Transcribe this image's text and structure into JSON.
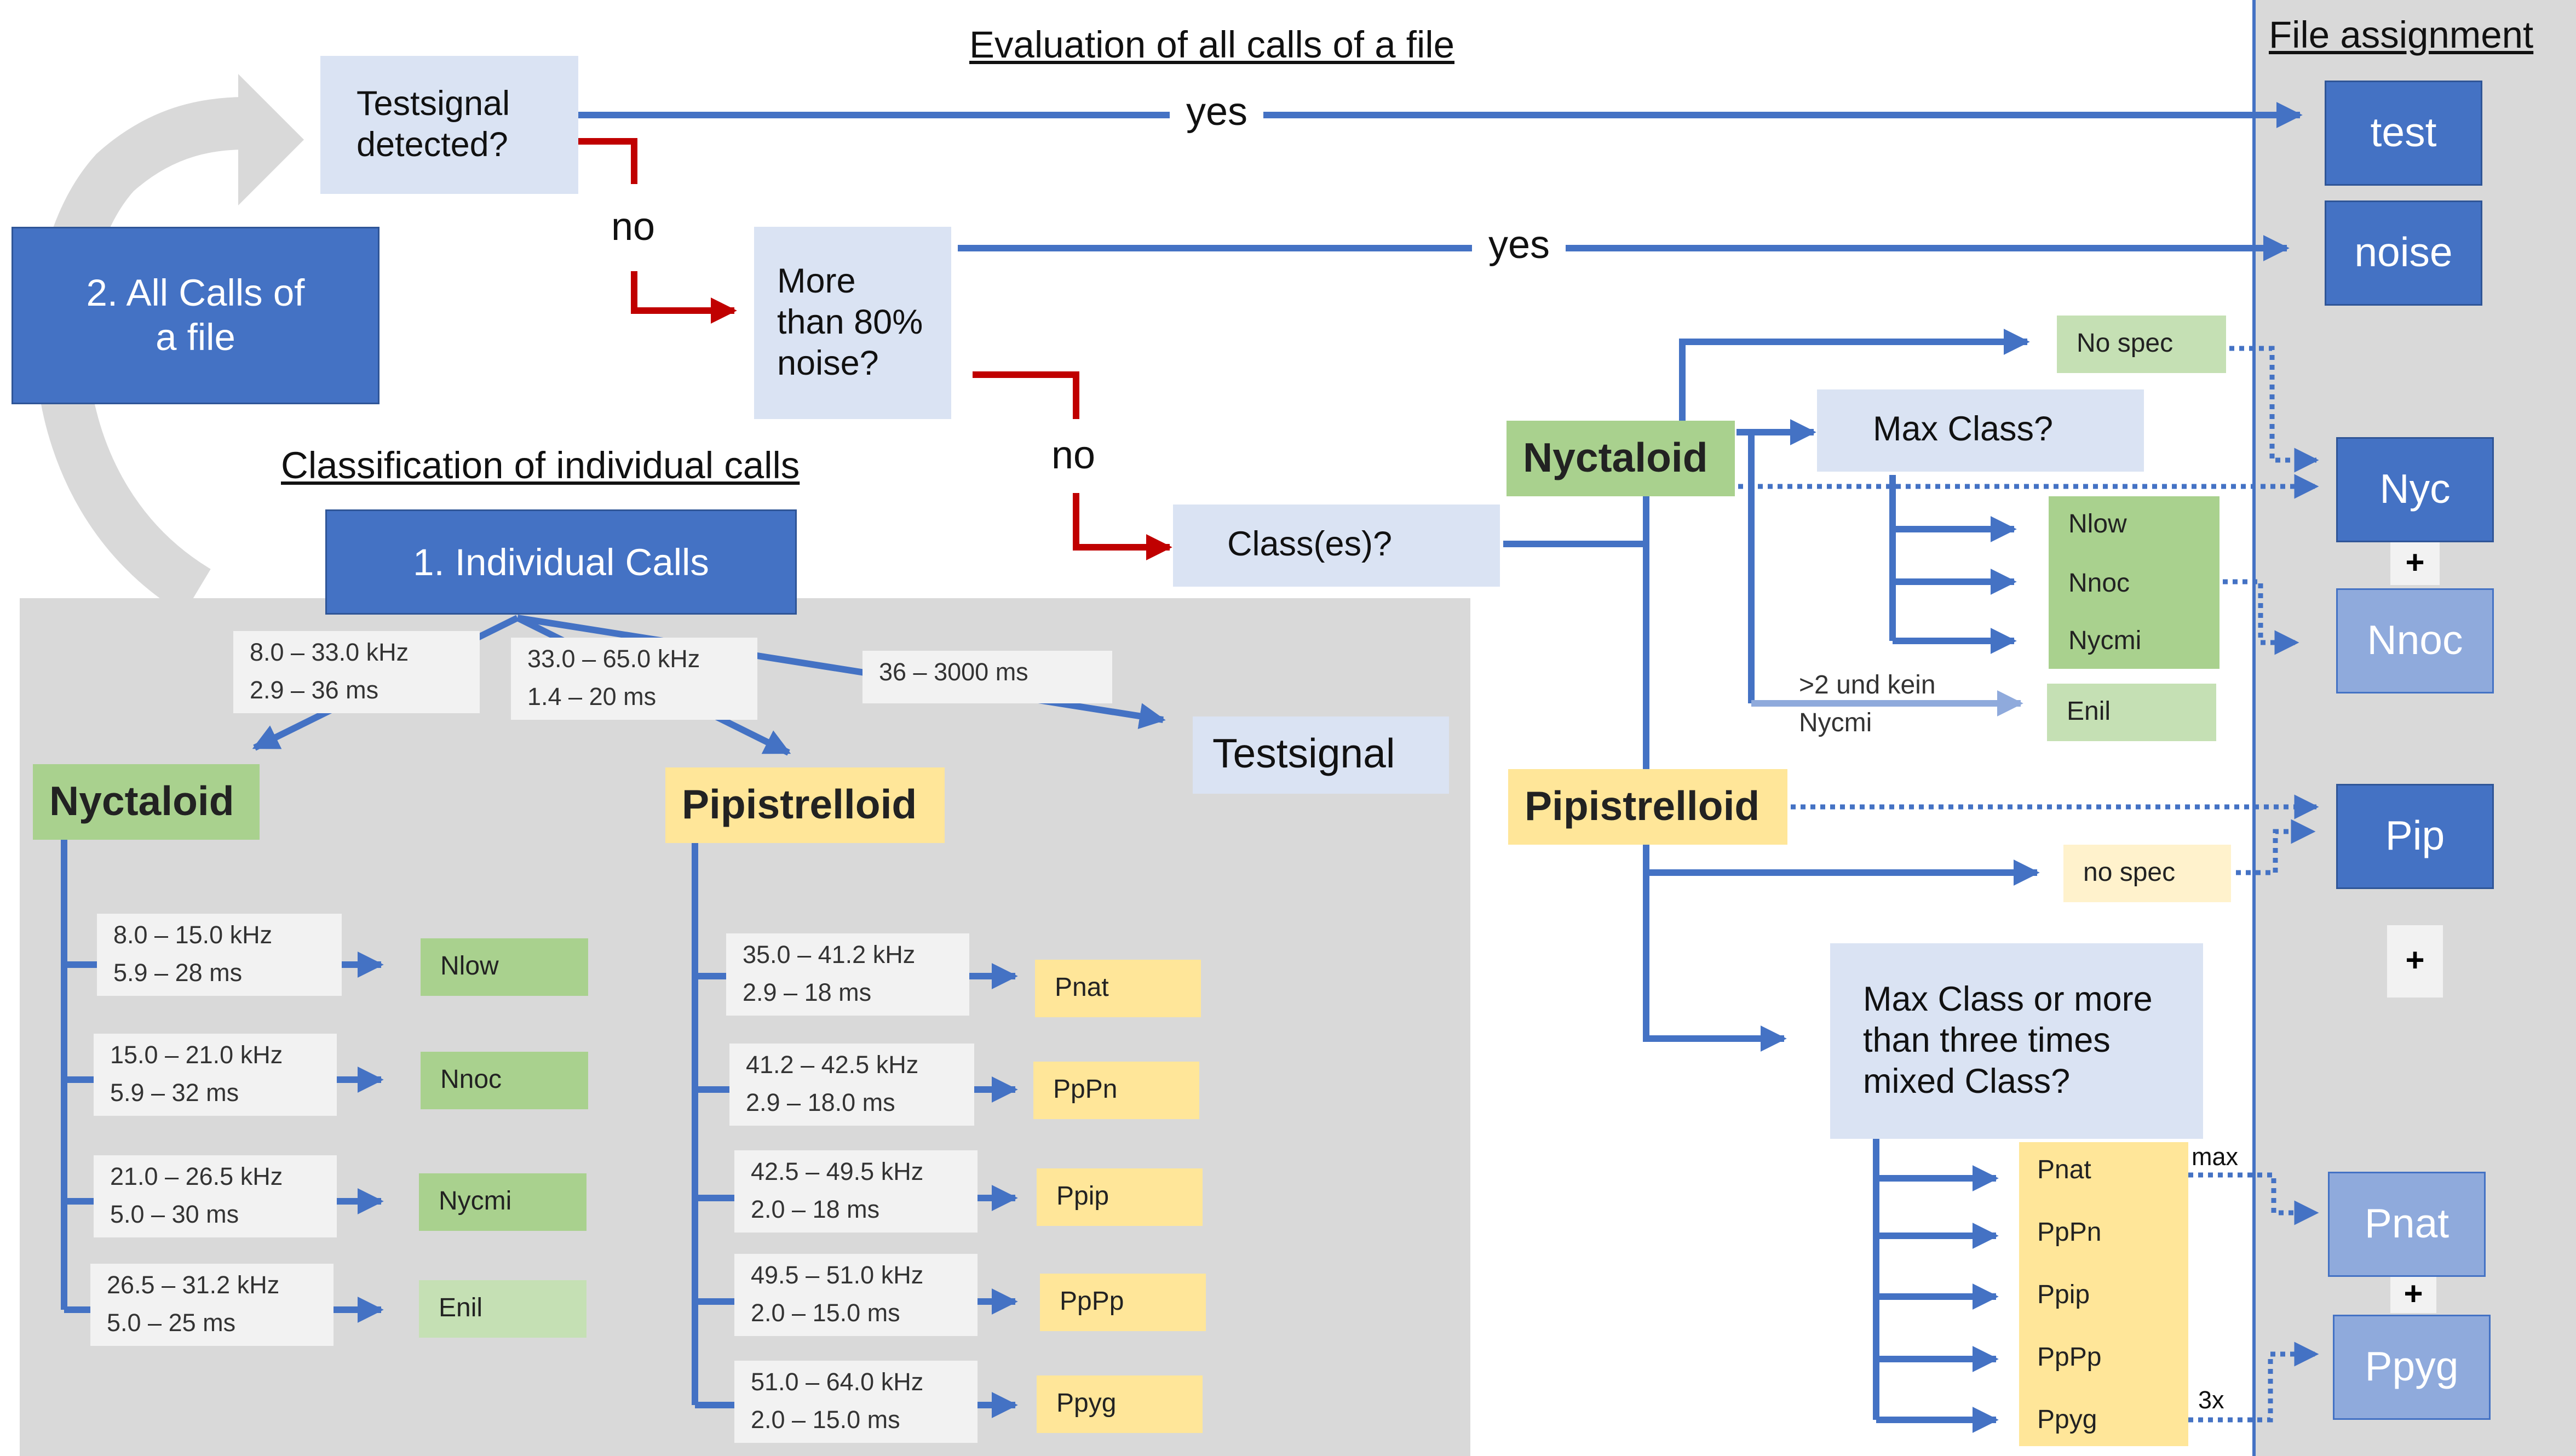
{
  "headers": {
    "evaluation": "Evaluation of all calls of a file",
    "file_assignment": "File assignment",
    "classification": "Classification of individual calls"
  },
  "loop": {
    "all_calls": "2. All Calls of a file",
    "individual_calls": "1. Individual Calls"
  },
  "decisions": {
    "testsignal": "Testsignal detected?",
    "noise": "More than 80% noise?",
    "classes": "Class(es)?",
    "max_class": "Max Class?",
    "max_mixed": "Max Class or more than three times mixed Class?"
  },
  "branch_labels": {
    "yes": "yes",
    "no": "no",
    "no_nycmi": ">2 und kein Nycmi",
    "max": "max",
    "three_x": "3x"
  },
  "individual": {
    "nyctaloid_range": [
      "8.0 – 33.0 kHz",
      "2.9 – 36 ms"
    ],
    "pipistrelloid_range": [
      "33.0 – 65.0 kHz",
      "1.4 – 20 ms"
    ],
    "testsignal_range": "36 – 3000 ms",
    "nyctaloid": "Nyctaloid",
    "pipistrelloid": "Pipistrelloid",
    "testsignal": "Testsignal",
    "nyctaloid_classes": [
      {
        "freq": "8.0 – 15.0 kHz",
        "dur": "5.9 – 28 ms",
        "label": "Nlow"
      },
      {
        "freq": "15.0 – 21.0 kHz",
        "dur": "5.9 – 32 ms",
        "label": "Nnoc"
      },
      {
        "freq": "21.0 – 26.5 kHz",
        "dur": "5.0 – 30 ms",
        "label": "Nycmi"
      },
      {
        "freq": "26.5 – 31.2 kHz",
        "dur": "5.0 – 25 ms",
        "label": "Enil"
      }
    ],
    "pipistrelloid_classes": [
      {
        "freq": "35.0 – 41.2 kHz",
        "dur": "2.9 – 18 ms",
        "label": "Pnat"
      },
      {
        "freq": "41.2 – 42.5 kHz",
        "dur": "2.9 – 18.0 ms",
        "label": "PpPn"
      },
      {
        "freq": "42.5 – 49.5 kHz",
        "dur": "2.0 – 18 ms",
        "label": "Ppip"
      },
      {
        "freq": "49.5 – 51.0 kHz",
        "dur": "2.0 – 15.0 ms",
        "label": "PpPp"
      },
      {
        "freq": "51.0 – 64.0 kHz",
        "dur": "2.0 – 15.0 ms",
        "label": "Ppyg"
      }
    ]
  },
  "file_eval": {
    "nyctaloid": "Nyctaloid",
    "pipistrelloid": "Pipistrelloid",
    "no_spec_n": "No spec",
    "no_spec_p": "no spec",
    "n_classes": [
      "Nlow",
      "Nnoc",
      "Nycmi"
    ],
    "enil": "Enil",
    "p_classes": [
      "Pnat",
      "PpPn",
      "Ppip",
      "PpPp",
      "Ppyg"
    ]
  },
  "assignment": {
    "test": "test",
    "noise": "noise",
    "nyc": "Nyc",
    "nnoc": "Nnoc",
    "pip": "Pip",
    "pnat": "Pnat",
    "ppyg": "Ppyg",
    "plus": "+"
  },
  "colors": {
    "blue": "#4472c4",
    "light_blue": "#8faadc",
    "pale_blue": "#dae3f3",
    "green": "#a9d18e",
    "light_green": "#c5e0b4",
    "yellow": "#ffe699",
    "light_yellow": "#fff2cc",
    "red": "#c00000",
    "panel_grey": "#d9d9d9"
  }
}
